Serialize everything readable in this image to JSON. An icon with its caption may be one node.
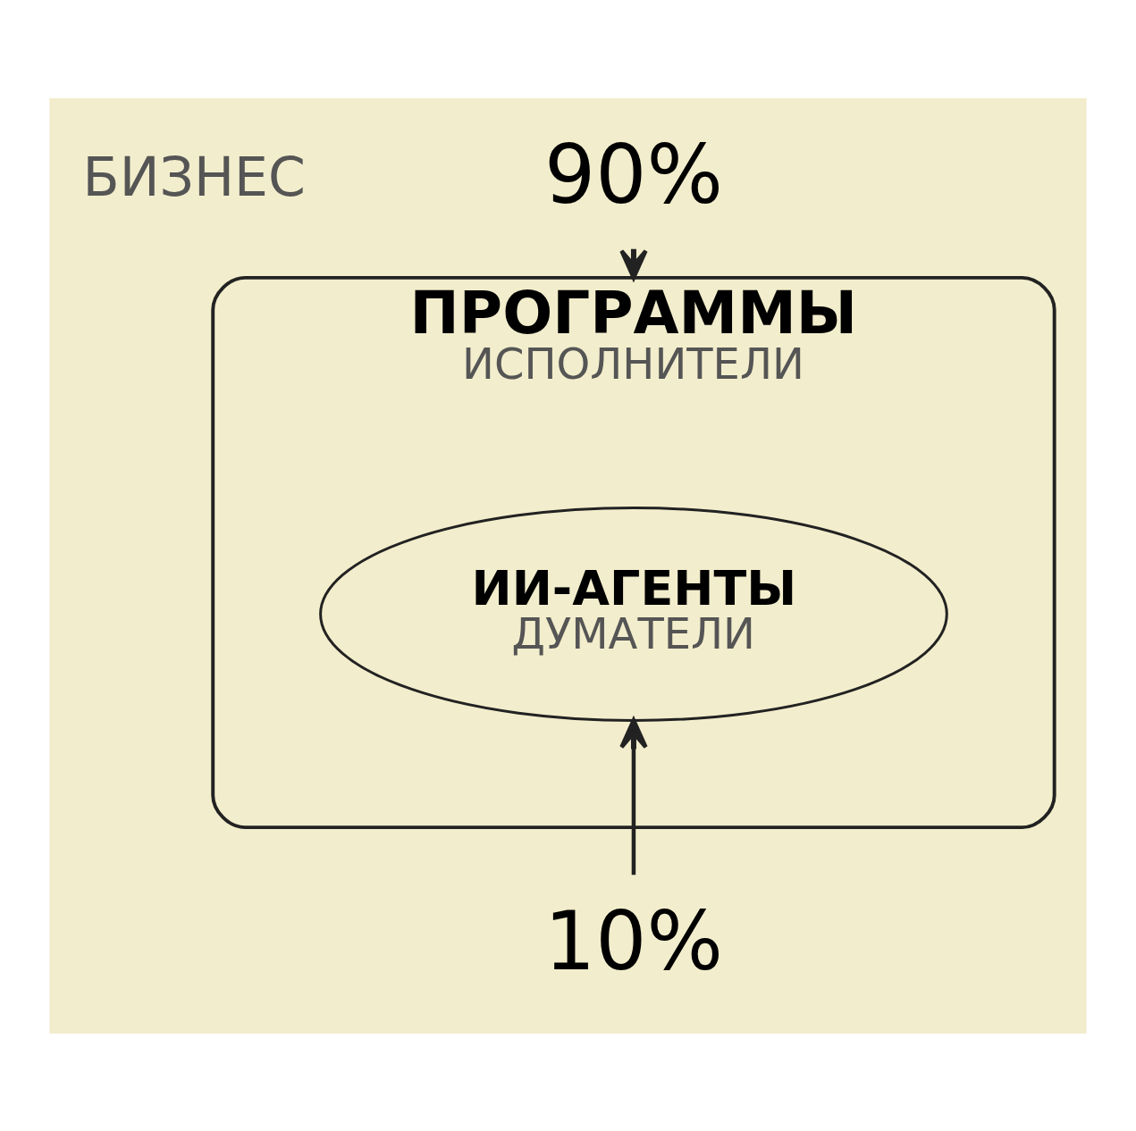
{
  "diagram": {
    "nodes": [
      {
        "text": [
          "ПРОГРАММЫ",
          "ИСПОЛНИТЕЛИ"
        ]
      },
      {
        "text": [
          "ИИ-АГЕНТЫ",
          "ДУМАТЕЛИ"
        ],
        "in": 0
      },
      {
        "text": [
          "90%"
        ]
      },
      {
        "text": [
          "10%"
        ]
      }
    ],
    "edges": [
      {
        "from": 2,
        "to": 0,
        "arrow": "to"
      },
      {
        "from": 3,
        "to": 1,
        "arrow": "to"
      }
    ],
    "labels": [
      "БИЗНЕС"
    ]
  }
}
